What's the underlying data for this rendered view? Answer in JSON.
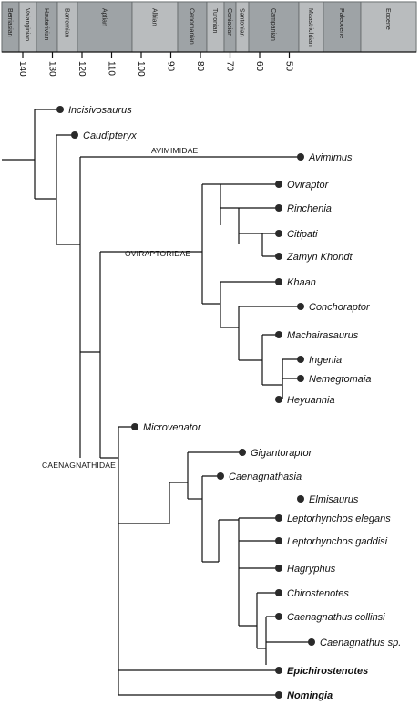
{
  "timescale": {
    "stages": [
      "Berriasian",
      "Valanginian",
      "Hauterivian",
      "Barremian",
      "Aptian",
      "Albian",
      "Cenomanian",
      "Turonian",
      "Coniacian",
      "Santonian",
      "Campanian",
      "Maastrichtian",
      "Paleocene",
      "Eocene"
    ],
    "ticks": [
      "140",
      "130",
      "120",
      "110",
      "100",
      "90",
      "80",
      "70",
      "60",
      "50"
    ]
  },
  "clades": [
    "AVIMIMIDAE",
    "OVIRAPTORIDAE",
    "CAENAGNATHIDAE"
  ],
  "taxa": [
    {
      "label": "Incisivosaurus",
      "bold": false
    },
    {
      "label": "Caudipteryx",
      "bold": false
    },
    {
      "label": "Avimimus",
      "bold": false
    },
    {
      "label": "Oviraptor",
      "bold": false
    },
    {
      "label": "Rinchenia",
      "bold": false
    },
    {
      "label": "Citipati",
      "bold": false
    },
    {
      "label": "Zamyn Khondt",
      "bold": false
    },
    {
      "label": "Khaan",
      "bold": false
    },
    {
      "label": "Conchoraptor",
      "bold": false
    },
    {
      "label": "Machairasaurus",
      "bold": false
    },
    {
      "label": "Ingenia",
      "bold": false
    },
    {
      "label": "Nemegtomaia",
      "bold": false
    },
    {
      "label": "Heyuannia",
      "bold": false
    },
    {
      "label": "Microvenator",
      "bold": false
    },
    {
      "label": "Gigantoraptor",
      "bold": false
    },
    {
      "label": "Caenagnathasia",
      "bold": false
    },
    {
      "label": "Elmisaurus",
      "bold": false
    },
    {
      "label": "Leptorhynchos elegans",
      "bold": false
    },
    {
      "label": "Leptorhynchos gaddisi",
      "bold": false
    },
    {
      "label": "Hagryphus",
      "bold": false
    },
    {
      "label": "Chirostenotes",
      "bold": false
    },
    {
      "label": "Caenagnathus collinsi",
      "bold": false
    },
    {
      "label": "Caenagnathus sp.",
      "bold": false
    },
    {
      "label": "Epichirostenotes",
      "bold": true
    },
    {
      "label": "Nomingia",
      "bold": true
    }
  ],
  "colors": {
    "stage_fill": "#9ea3a6",
    "stage_fill_alt": "#b9bcbe",
    "stage_border": "#5f6466",
    "branch": "#111111",
    "tip_dot": "#2a2a2a"
  }
}
